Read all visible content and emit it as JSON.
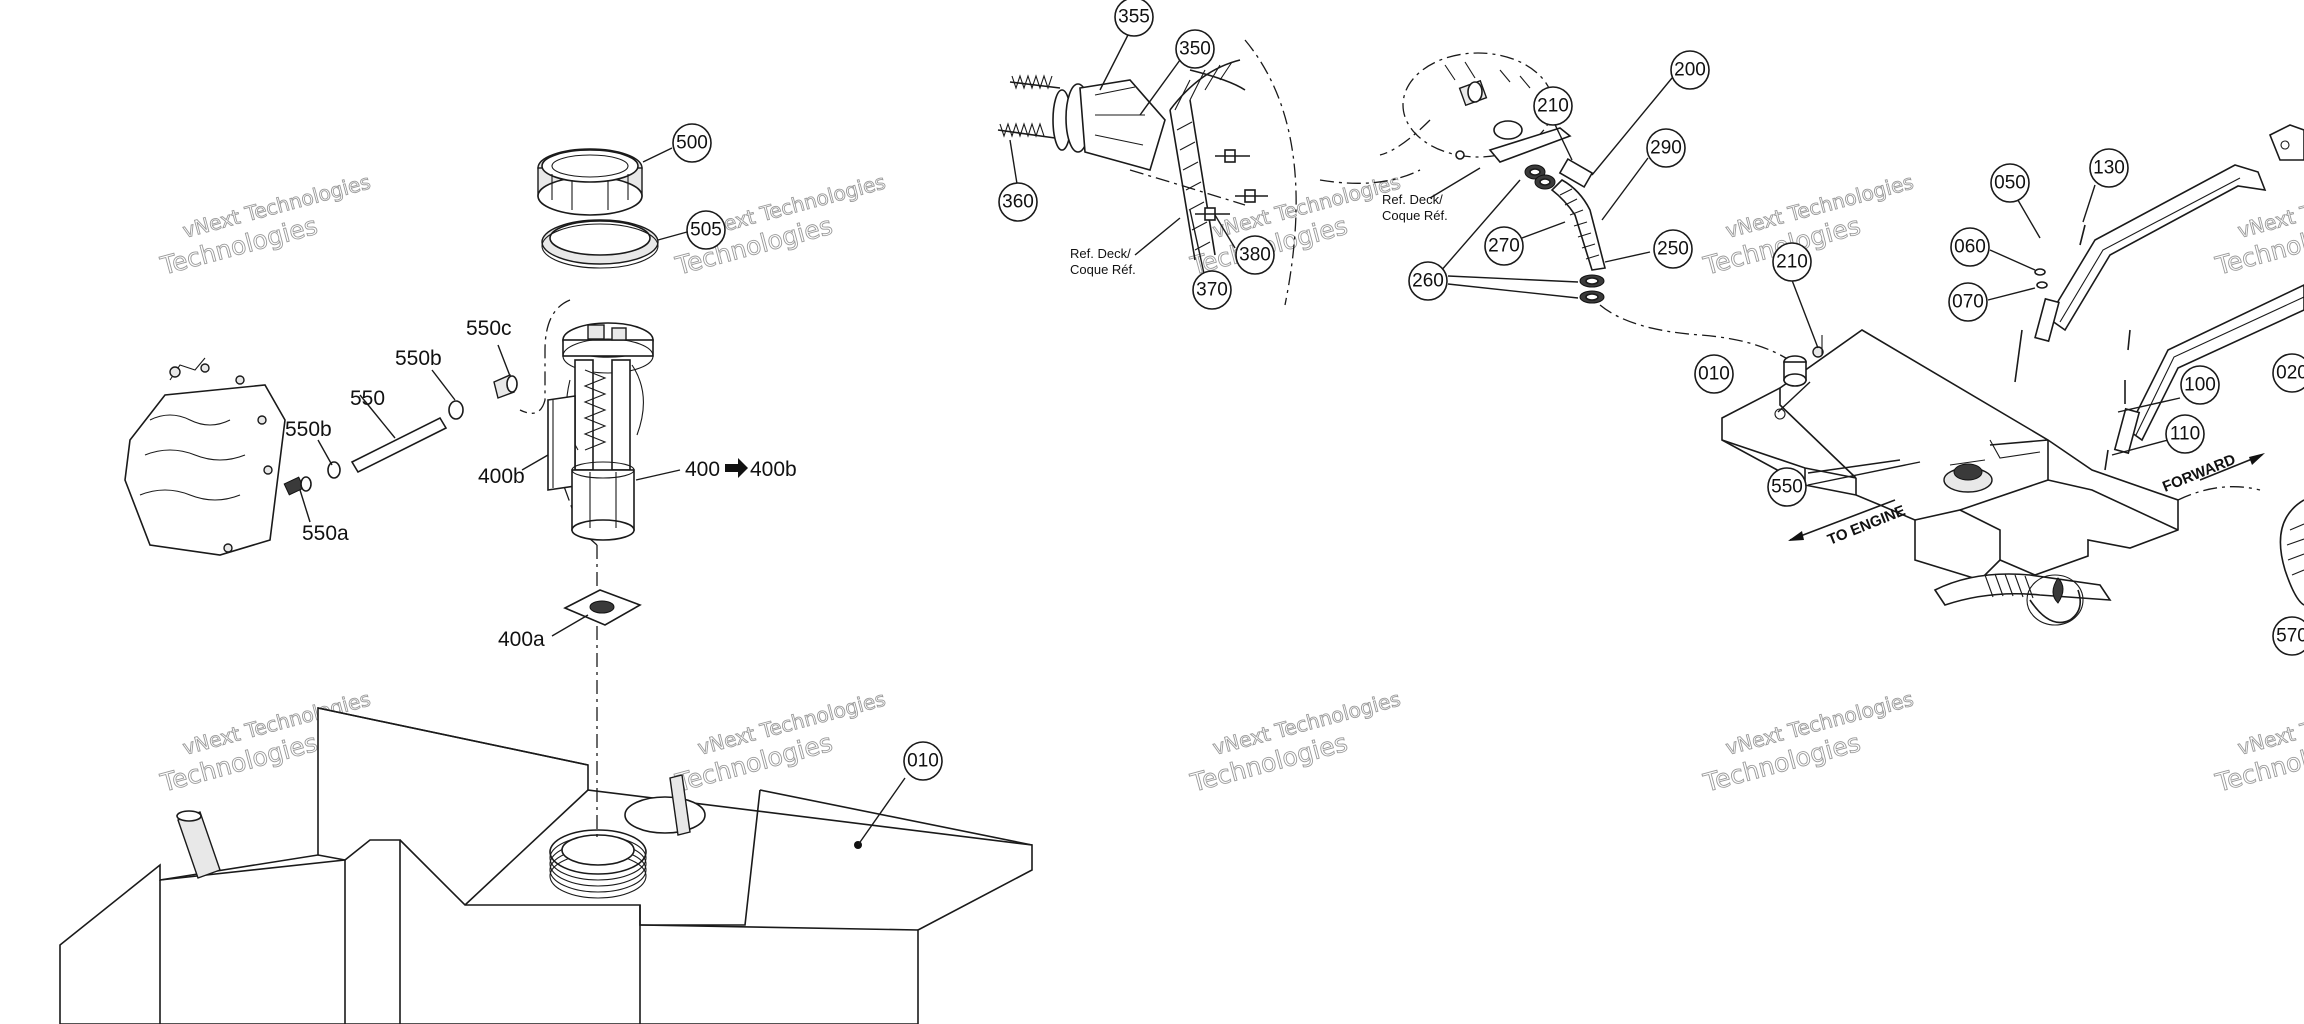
{
  "watermark": {
    "line1": "vNext Technologies",
    "line2": "Technologies"
  },
  "references": {
    "deck_left": {
      "line1": "Ref. Deck/",
      "line2": "Coque Réf."
    },
    "deck_right": {
      "line1": "Ref. Deck/",
      "line2": "Coque Réf."
    }
  },
  "directions": {
    "to_engine": "TO ENGINE",
    "forward": "FORWARD"
  },
  "labels_plain": {
    "p550c": "550c",
    "p550b_upper": "550b",
    "p550": "550",
    "p550b_lower": "550b",
    "p550a": "550a",
    "p400b": "400b",
    "p400_to_400b_from": "400",
    "p400_to_400b_to": "400b",
    "p400a": "400a"
  },
  "callouts": {
    "c500": "500",
    "c505": "505",
    "c010_left": "010",
    "c355": "355",
    "c350": "350",
    "c360": "360",
    "c370": "370",
    "c380": "380",
    "c200": "200",
    "c210_top": "210",
    "c290": "290",
    "c270": "270",
    "c250": "250",
    "c260": "260",
    "c210_mid": "210",
    "c010_right": "010",
    "c550": "550",
    "c050": "050",
    "c130": "130",
    "c060": "060",
    "c070": "070",
    "c100": "100",
    "c110": "110",
    "c020": "020",
    "c570": "570"
  }
}
